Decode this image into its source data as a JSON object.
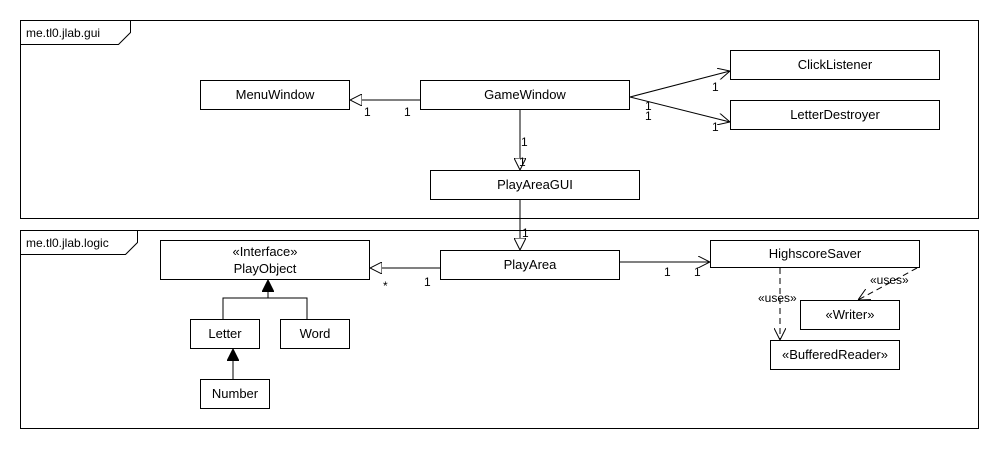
{
  "packages": {
    "gui": {
      "label": "me.tl0.jlab.gui"
    },
    "logic": {
      "label": "me.tl0.jlab.logic"
    }
  },
  "classes": {
    "menu_window": "MenuWindow",
    "game_window": "GameWindow",
    "click_listener": "ClickListener",
    "letter_destroyer": "LetterDestroyer",
    "play_area_gui": "PlayAreaGUI",
    "play_object": {
      "stereotype": "«Interface»",
      "name": "PlayObject"
    },
    "play_area": "PlayArea",
    "highscore_saver": "HighscoreSaver",
    "letter": "Letter",
    "word": "Word",
    "number": "Number",
    "writer": "«Writer»",
    "buffered_reader": "«BufferedReader»"
  },
  "multiplicities": {
    "gw_menu_near_menu": "1",
    "gw_menu_near_gw": "1",
    "gw_click_near_gw": "1",
    "gw_click_near_click": "1",
    "gw_destroyer_near_gw": "1",
    "gw_destroyer_near_destroyer": "1",
    "gw_pagui_near_gw": "1",
    "gw_pagui_near_pagui": "1",
    "pagui_pa_near_pa": "1",
    "pa_po_near_po": "*",
    "pa_po_near_pa": "1",
    "pa_hs_near_pa": "1",
    "pa_hs_near_hs": "1"
  },
  "dependencies": {
    "writer_uses": "«uses»",
    "reader_uses": "«uses»"
  }
}
